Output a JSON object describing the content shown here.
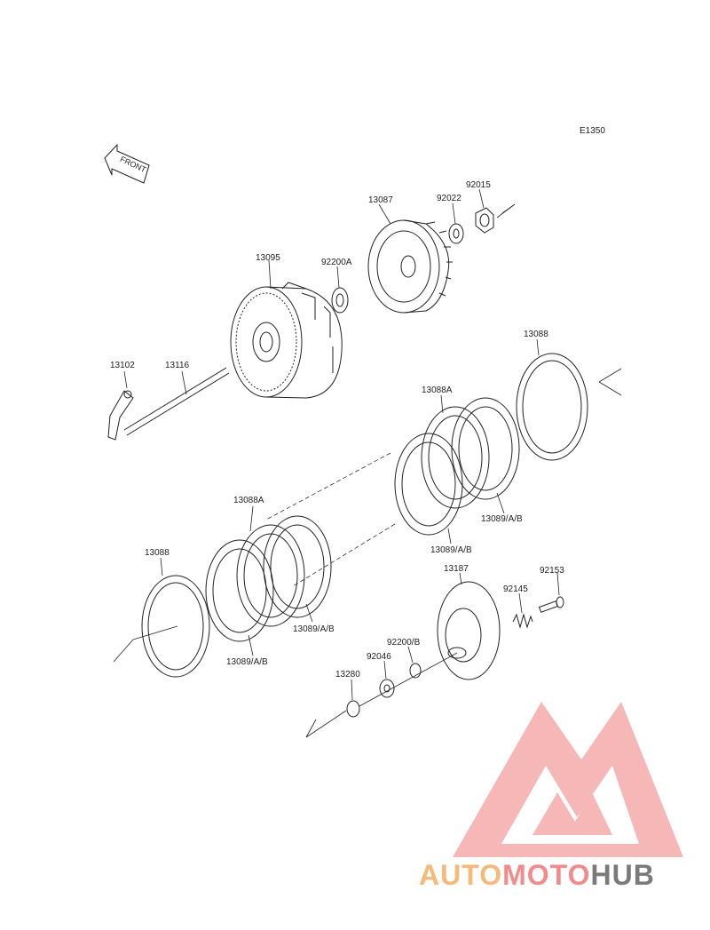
{
  "diagram": {
    "code": "E1350",
    "front_label": "FRONT",
    "labels": [
      {
        "id": "p13102",
        "text": "13102"
      },
      {
        "id": "p13116",
        "text": "13116"
      },
      {
        "id": "p13095",
        "text": "13095"
      },
      {
        "id": "p92200a",
        "text": "92200A"
      },
      {
        "id": "p13087",
        "text": "13087"
      },
      {
        "id": "p92022",
        "text": "92022"
      },
      {
        "id": "p92015",
        "text": "92015"
      },
      {
        "id": "p13088_top",
        "text": "13088"
      },
      {
        "id": "p13088a_top",
        "text": "13088A"
      },
      {
        "id": "p13089_top1",
        "text": "13089/A/B"
      },
      {
        "id": "p13089_top2",
        "text": "13089/A/B"
      },
      {
        "id": "p13088a_mid",
        "text": "13088A"
      },
      {
        "id": "p13088_left",
        "text": "13088"
      },
      {
        "id": "p13089_mid",
        "text": "13089/A/B"
      },
      {
        "id": "p13089_left",
        "text": "13089/A/B"
      },
      {
        "id": "p13187",
        "text": "13187"
      },
      {
        "id": "p92153",
        "text": "92153"
      },
      {
        "id": "p92145",
        "text": "92145"
      },
      {
        "id": "p92200b",
        "text": "92200/B"
      },
      {
        "id": "p92046",
        "text": "92046"
      },
      {
        "id": "p13280",
        "text": "13280"
      }
    ]
  },
  "watermark": {
    "part1": "AUTO",
    "part2": "MOTO",
    "part3": "HUB",
    "colors": {
      "auto": "#f5b97a",
      "moto": "#f08c8c",
      "hub": "#7a7a7a",
      "logo": "#f07a7a"
    }
  }
}
